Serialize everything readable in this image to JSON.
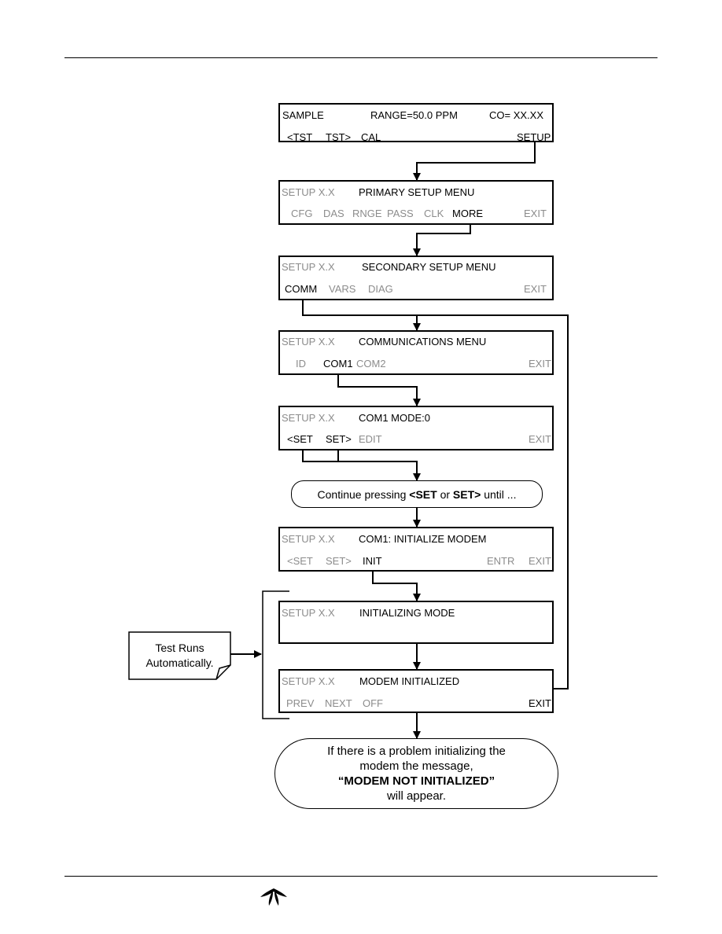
{
  "screens": [
    {
      "title_left": "SAMPLE",
      "title_mid": "RANGE=50.0 PPM",
      "title_right": "CO= XX.XX",
      "buttons": [
        "<TST",
        "TST>",
        "CAL",
        "SETUP"
      ]
    },
    {
      "title_left": "SETUP X.X",
      "title_mid": "PRIMARY SETUP MENU",
      "buttons": [
        "CFG",
        "DAS",
        "RNGE",
        "PASS",
        "CLK",
        "MORE",
        "EXIT"
      ]
    },
    {
      "title_left": "SETUP X.X",
      "title_mid": "SECONDARY SETUP MENU",
      "buttons": [
        "COMM",
        "VARS",
        "DIAG",
        "EXIT"
      ]
    },
    {
      "title_left": "SETUP X.X",
      "title_mid": "COMMUNICATIONS MENU",
      "buttons": [
        "ID",
        "COM1",
        "COM2",
        "EXIT"
      ]
    },
    {
      "title_left": "SETUP X.X",
      "title_mid": "COM1 MODE:0",
      "buttons": [
        "<SET",
        "SET>",
        "EDIT",
        "EXIT"
      ]
    },
    {
      "title_left": "SETUP X.X",
      "title_mid": "COM1: INITIALIZE MODEM",
      "buttons": [
        "<SET",
        "SET>",
        "INIT",
        "ENTR",
        "EXIT"
      ]
    },
    {
      "title_left": "SETUP X.X",
      "title_mid": "INITIALIZING MODE"
    },
    {
      "title_left": "SETUP X.X",
      "title_mid": "MODEM INITIALIZED",
      "buttons": [
        "PREV",
        "NEXT",
        "OFF",
        "EXIT"
      ]
    }
  ],
  "continue_note": {
    "p1": "Continue pressing ",
    "p2": "<SET",
    "p3": " or ",
    "p4": "SET>",
    "p5": " until ..."
  },
  "test_note": {
    "line1": "Test Runs",
    "line2": "Automatically."
  },
  "result_note": {
    "line1": "If there is a problem initializing the",
    "line2": "modem the message,",
    "line3": "“MODEM NOT INITIALIZED”",
    "line4": "will appear."
  }
}
